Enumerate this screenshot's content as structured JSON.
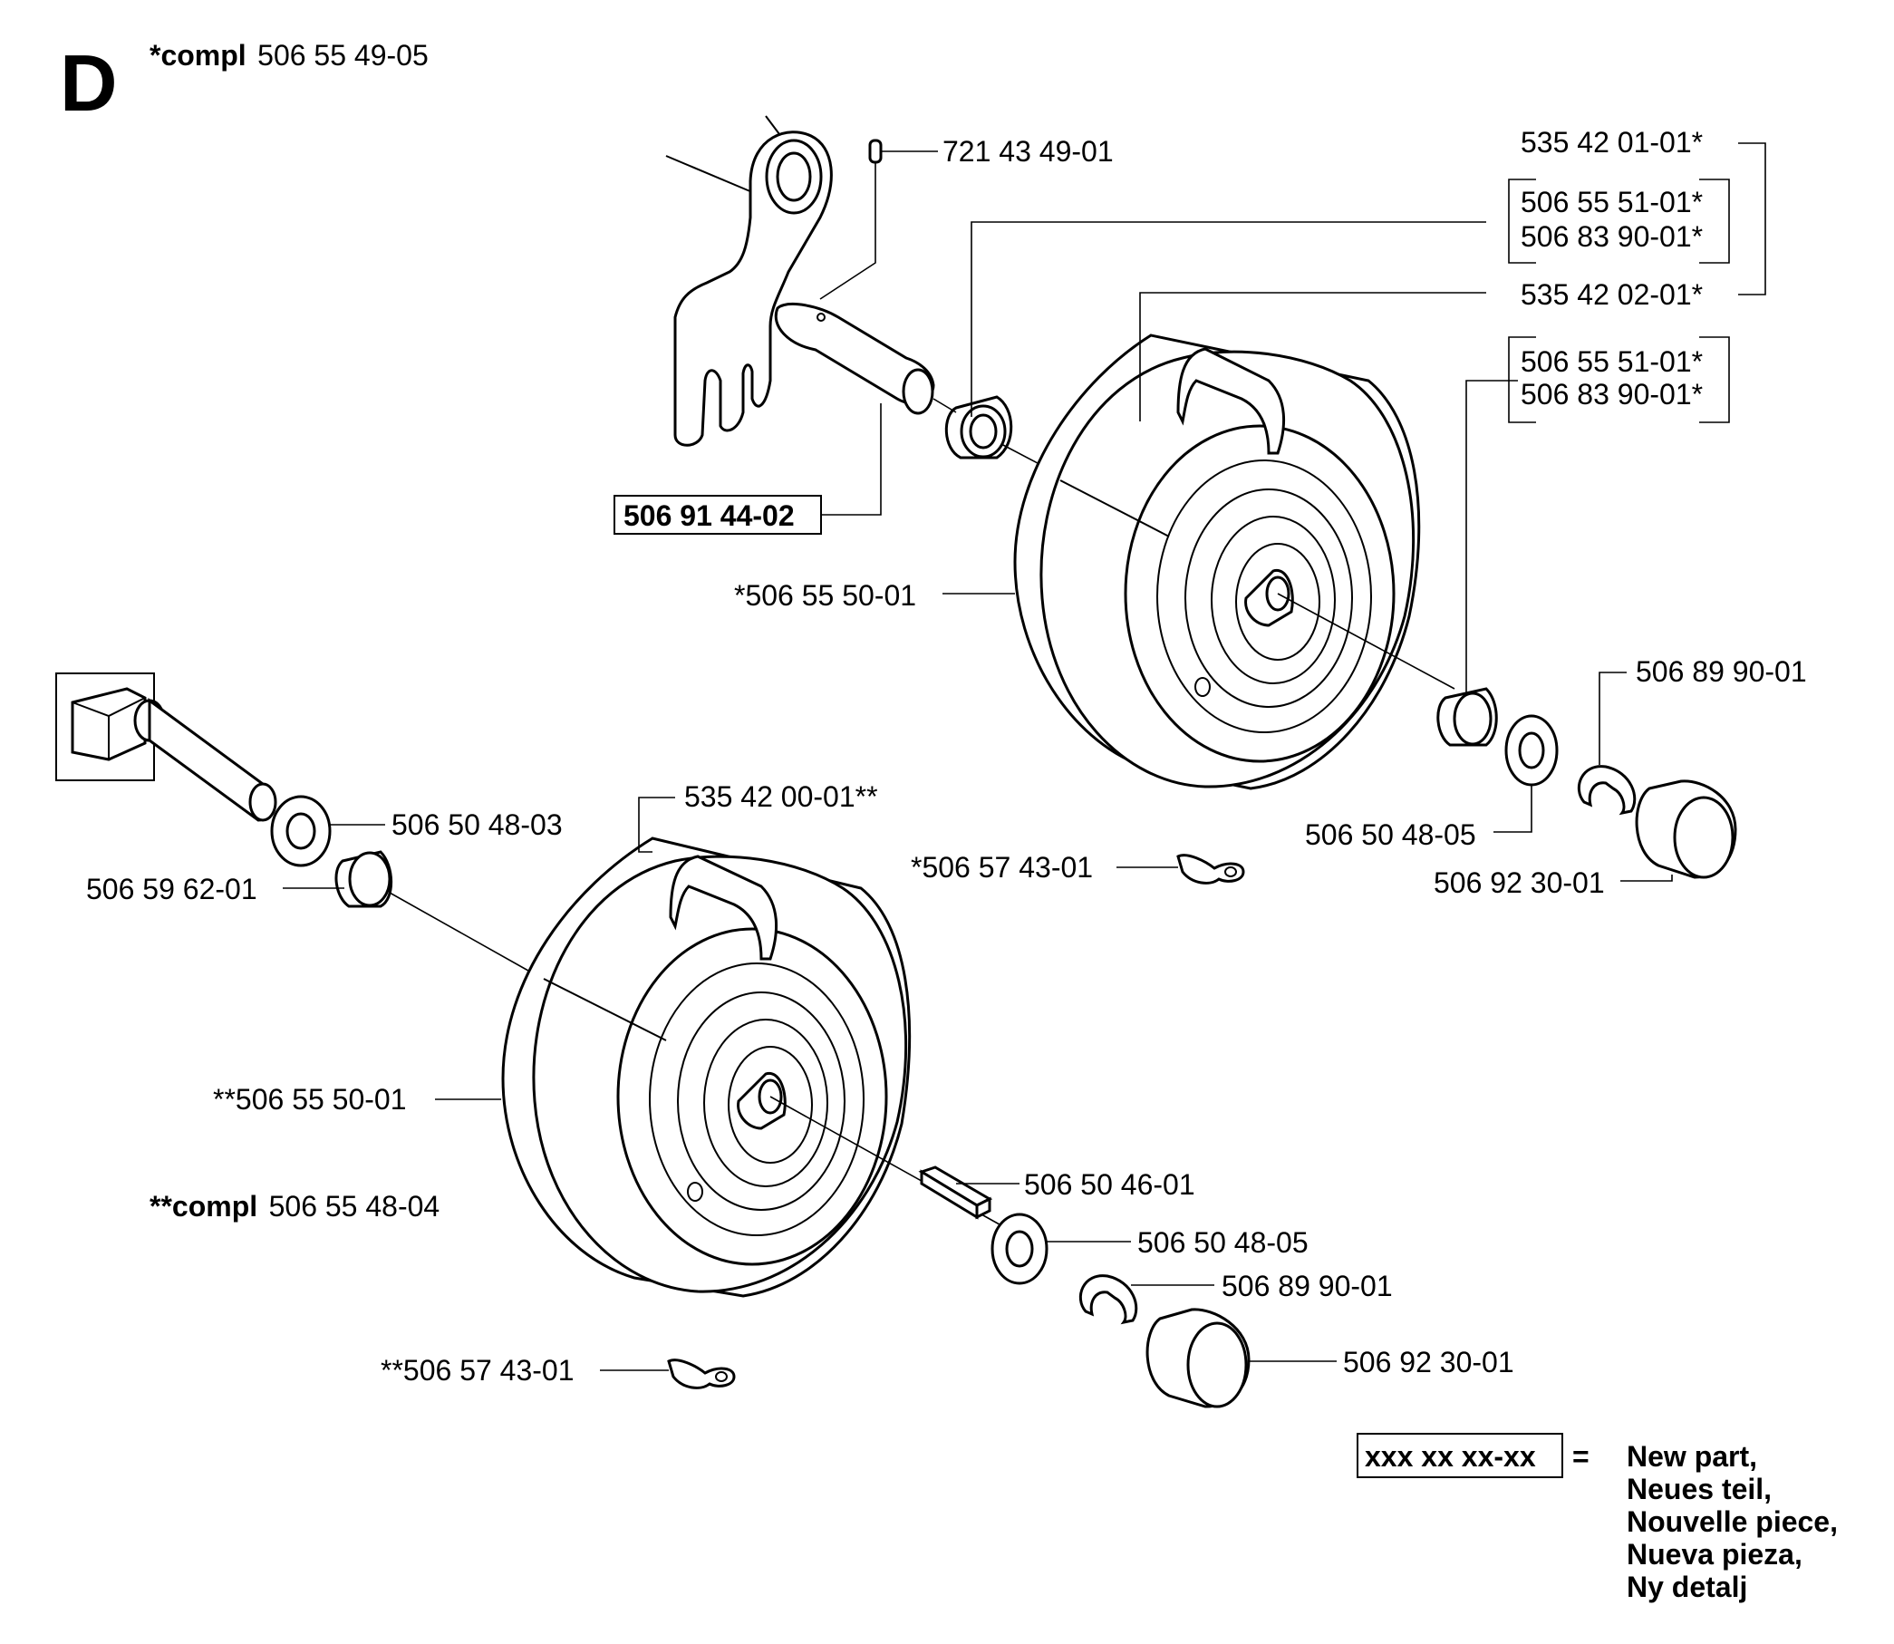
{
  "section": {
    "letter": "D",
    "compl_a_prefix": "*compl",
    "compl_a_number": "506 55 49-05",
    "compl_b_prefix": "**compl",
    "compl_b_number": "506 55 48-04"
  },
  "labels": {
    "p_721_43_49_01": "721 43 49-01",
    "p_535_42_01_01": "535 42 01-01*",
    "p_506_55_51_01_a": "506 55 51-01*",
    "p_506_83_90_01_a": "506 83 90-01*",
    "p_535_42_02_01": "535 42 02-01*",
    "p_506_55_51_01_b": "506 55 51-01*",
    "p_506_83_90_01_b": "506 83 90-01*",
    "p_506_91_44_02": "506 91 44-02",
    "p_506_55_50_01_a": "*506 55 50-01",
    "p_506_89_90_01_a": "506 89 90-01",
    "p_506_50_48_05_a": "506 50 48-05",
    "p_506_92_30_01_a": "506 92 30-01",
    "p_506_57_43_01_a": "*506 57 43-01",
    "p_535_42_00_01": "535 42 00-01**",
    "p_506_50_48_03": "506 50 48-03",
    "p_506_59_62_01": "506 59 62-01",
    "p_506_55_50_01_b": "**506 55 50-01",
    "p_506_50_46_01": "506 50 46-01",
    "p_506_50_48_05_b": "506 50 48-05",
    "p_506_89_90_01_b": "506 89 90-01",
    "p_506_92_30_01_b": "506 92 30-01",
    "p_506_57_43_01_b": "**506 57 43-01"
  },
  "legend": {
    "sample": "xxx xx xx-xx",
    "equals": "=",
    "lines": [
      "New part,",
      "Neues teil,",
      "Nouvelle piece,",
      "Nueva pieza,",
      "Ny detalj"
    ]
  }
}
